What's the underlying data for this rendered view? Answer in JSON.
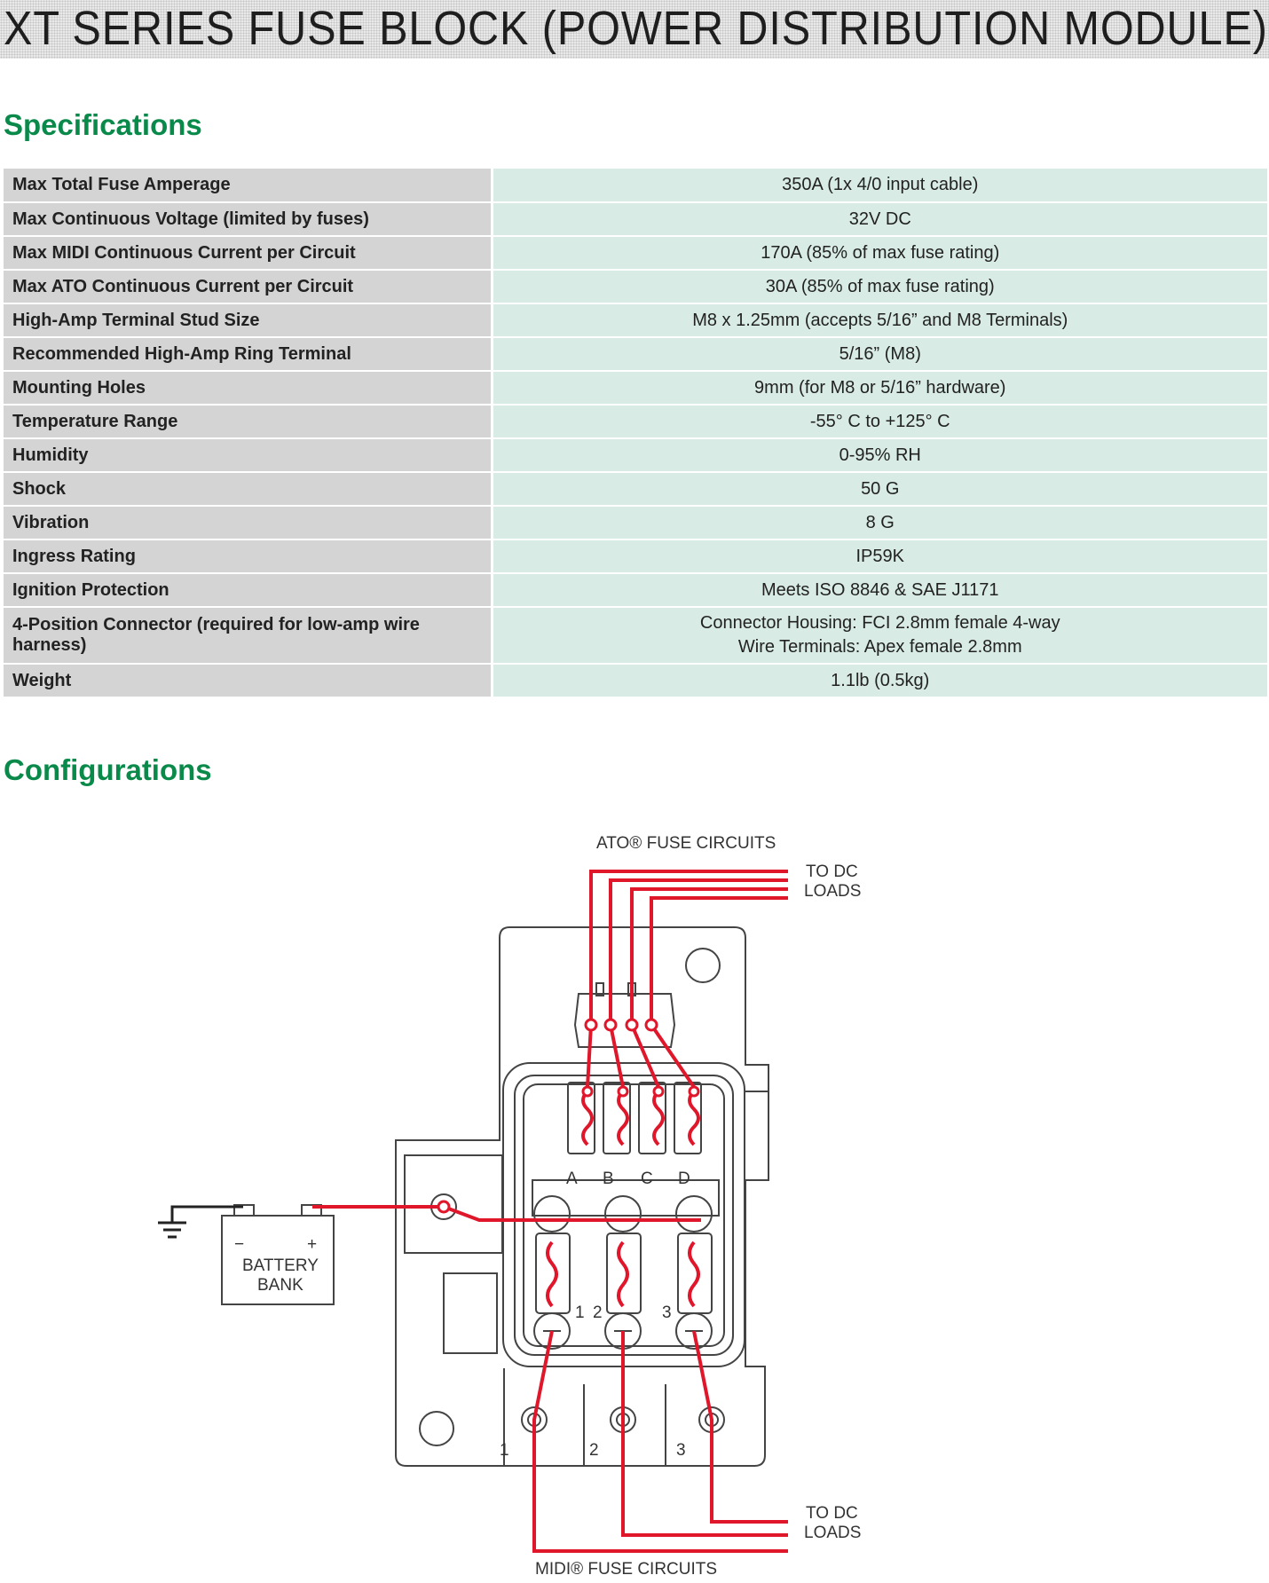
{
  "page_title": "XT SERIES FUSE BLOCK (POWER DISTRIBUTION MODULE)",
  "specifications": {
    "heading": "Specifications",
    "rows": [
      {
        "label": "Max Total Fuse Amperage",
        "value": [
          "350A (1x 4/0 input cable)"
        ]
      },
      {
        "label": "Max Continuous Voltage (limited by fuses)",
        "value": [
          "32V DC"
        ]
      },
      {
        "label": "Max MIDI Continuous Current per Circuit",
        "value": [
          "170A (85% of max fuse rating)"
        ]
      },
      {
        "label": "Max ATO Continuous Current per Circuit",
        "value": [
          "30A (85% of max fuse rating)"
        ]
      },
      {
        "label": "High-Amp Terminal Stud Size",
        "value": [
          "M8 x 1.25mm (accepts 5/16” and M8 Terminals)"
        ]
      },
      {
        "label": "Recommended High-Amp Ring Terminal",
        "value": [
          "5/16” (M8)"
        ]
      },
      {
        "label": "Mounting Holes",
        "value": [
          "9mm (for M8 or 5/16” hardware)"
        ]
      },
      {
        "label": "Temperature Range",
        "value": [
          "-55° C to +125° C"
        ]
      },
      {
        "label": "Humidity",
        "value": [
          "0-95% RH"
        ]
      },
      {
        "label": "Shock",
        "value": [
          "50 G"
        ]
      },
      {
        "label": "Vibration",
        "value": [
          "8 G"
        ]
      },
      {
        "label": "Ingress Rating",
        "value": [
          "IP59K"
        ]
      },
      {
        "label": "Ignition Protection",
        "value": [
          "Meets ISO 8846 & SAE J1171"
        ]
      },
      {
        "label": "4-Position Connector (required for low-amp wire harness)",
        "value": [
          "Connector Housing: FCI 2.8mm female 4-way",
          "Wire Terminals: Apex female 2.8mm"
        ]
      },
      {
        "label": "Weight",
        "value": [
          "1.1lb (0.5kg)"
        ]
      }
    ]
  },
  "configurations": {
    "heading": "Configurations",
    "diagram": {
      "ato_label": "ATO® FUSE CIRCUITS",
      "to_dc_loads_top": [
        "TO DC",
        "LOADS"
      ],
      "to_dc_loads_bottom": [
        "TO DC",
        "LOADS"
      ],
      "midi_label": "MIDI® FUSE CIRCUITS",
      "battery_label": [
        "BATTERY",
        "BANK"
      ],
      "battery_minus": "−",
      "battery_plus": "+",
      "ato_slots": [
        "A",
        "B",
        "C",
        "D"
      ],
      "midi_slots": [
        "1",
        "2",
        "3"
      ],
      "output_studs": [
        "1",
        "2",
        "3"
      ],
      "colors": {
        "wire_red": "#e0162b",
        "outline": "#444444",
        "ground_wire": "#222222"
      }
    }
  }
}
